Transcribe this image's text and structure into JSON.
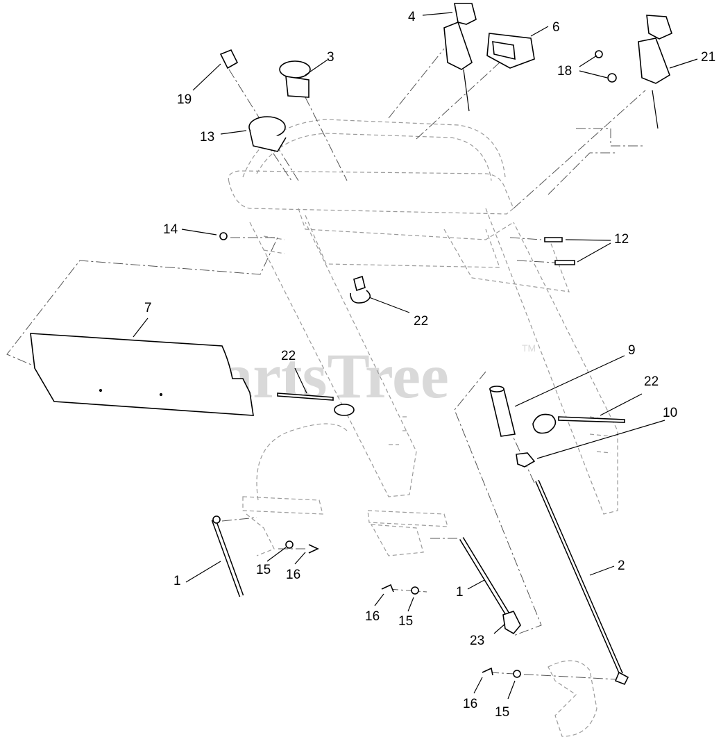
{
  "watermark": {
    "text": "PartsTree",
    "trademark": "TM"
  },
  "callouts": [
    {
      "id": "c4",
      "text": "4"
    },
    {
      "id": "c6",
      "text": "6"
    },
    {
      "id": "c3",
      "text": "3"
    },
    {
      "id": "c19",
      "text": "19"
    },
    {
      "id": "c13",
      "text": "13"
    },
    {
      "id": "c18",
      "text": "18"
    },
    {
      "id": "c21",
      "text": "21"
    },
    {
      "id": "c14",
      "text": "14"
    },
    {
      "id": "c12",
      "text": "12"
    },
    {
      "id": "c22a",
      "text": "22"
    },
    {
      "id": "c7",
      "text": "7"
    },
    {
      "id": "c22b",
      "text": "22"
    },
    {
      "id": "c9",
      "text": "9"
    },
    {
      "id": "c22c",
      "text": "22"
    },
    {
      "id": "c10",
      "text": "10"
    },
    {
      "id": "c1a",
      "text": "1"
    },
    {
      "id": "c15a",
      "text": "15"
    },
    {
      "id": "c16a",
      "text": "16"
    },
    {
      "id": "c2",
      "text": "2"
    },
    {
      "id": "c1b",
      "text": "1"
    },
    {
      "id": "c16b",
      "text": "16"
    },
    {
      "id": "c15b",
      "text": "15"
    },
    {
      "id": "c23",
      "text": "23"
    },
    {
      "id": "c16c",
      "text": "16"
    },
    {
      "id": "c15c",
      "text": "15"
    }
  ]
}
